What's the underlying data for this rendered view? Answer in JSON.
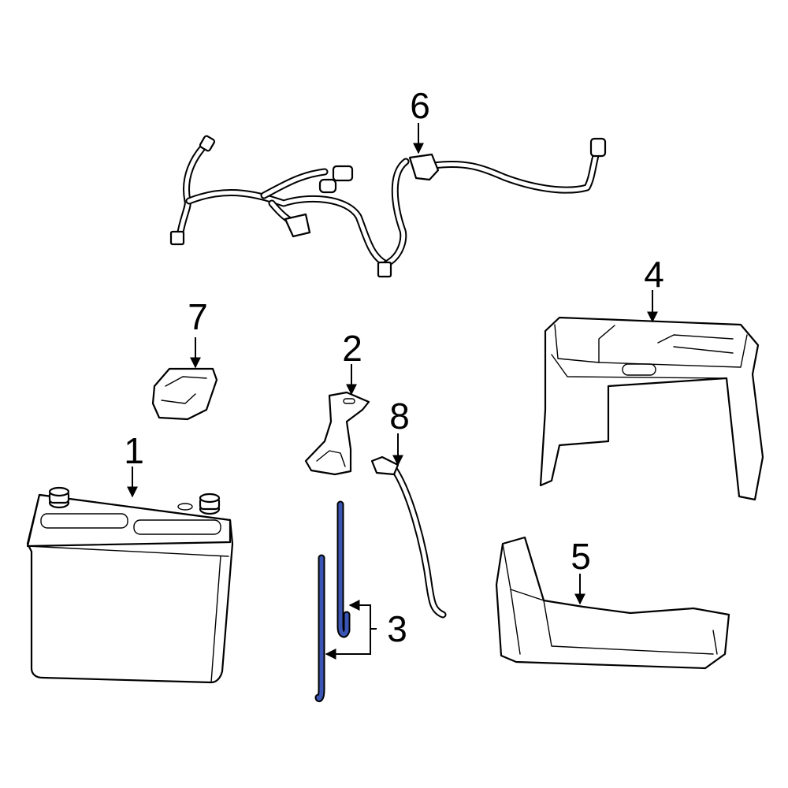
{
  "diagram": {
    "accent_color": "#3a55b4",
    "callouts": [
      {
        "id": "1",
        "label": "1"
      },
      {
        "id": "2",
        "label": "2"
      },
      {
        "id": "3",
        "label": "3"
      },
      {
        "id": "4",
        "label": "4"
      },
      {
        "id": "5",
        "label": "5"
      },
      {
        "id": "6",
        "label": "6"
      },
      {
        "id": "7",
        "label": "7"
      },
      {
        "id": "8",
        "label": "8"
      }
    ],
    "highlighted_part": "3"
  }
}
